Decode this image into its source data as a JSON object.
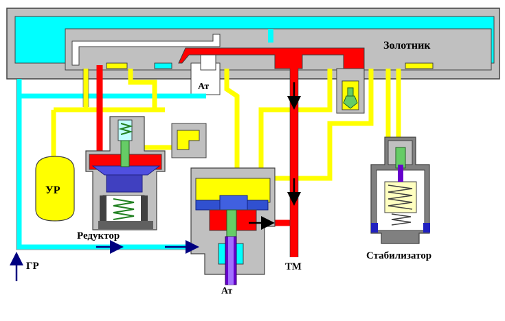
{
  "labels": {
    "zolotnik": "Золотник",
    "at_top": "Ат",
    "ur": "УР",
    "reduktor": "Редуктор",
    "gr": "ГР",
    "tm": "ТМ",
    "at_bottom": "Ат",
    "stabilizator": "Стабилизатор"
  },
  "colors": {
    "body_gray": "#c0c0c0",
    "supply_cyan": "#00ffff",
    "reservoir_yellow": "#ffff00",
    "brake_line_red": "#ff0000",
    "atmosphere_white": "#ffffff",
    "piston_blue": "#2020c0",
    "spring_green": "#66cc66",
    "stem_purple": "#6600cc",
    "flow_arrow": "#000080"
  },
  "icons": [
    "flow-arrow-icon",
    "spring-icon",
    "valve-icon"
  ]
}
